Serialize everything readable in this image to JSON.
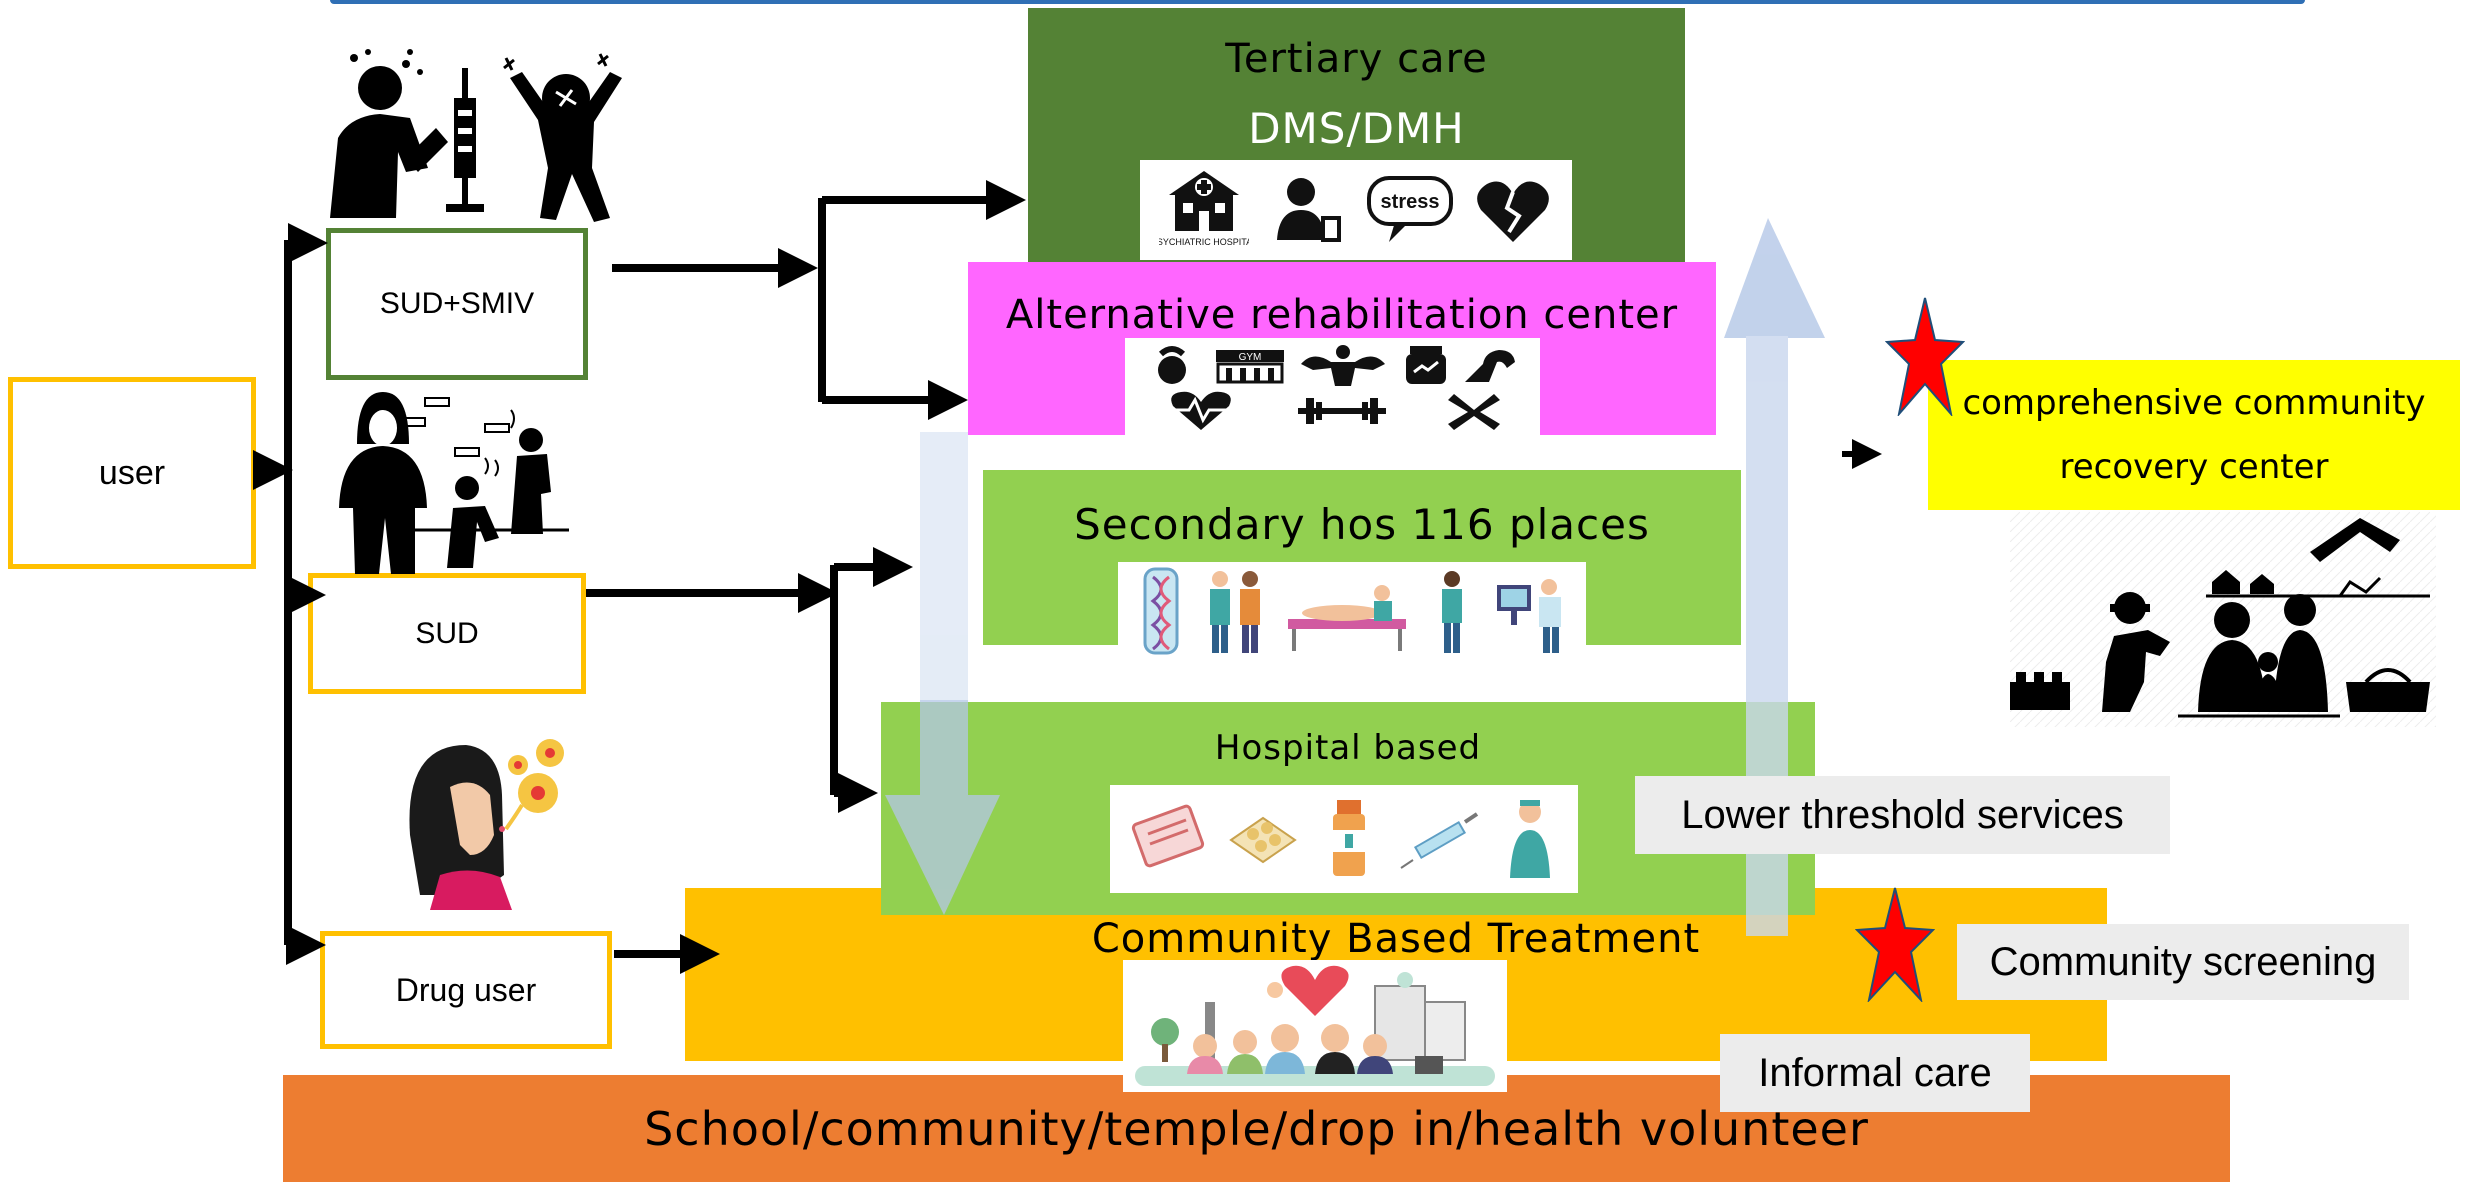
{
  "tiers": {
    "tertiary": {
      "title": "Tertiary care",
      "subtitle": "DMS/DMH",
      "icons": [
        "psychiatric-hospital-icon",
        "person-drink-icon",
        "stress-bubble-icon",
        "broken-heart-icon"
      ],
      "icon_text": {
        "hospital": "PSYCHIATRIC HOSPITAL",
        "stress": "stress"
      },
      "color": "#548235"
    },
    "alternative": {
      "title": "Alternative rehabilitation center",
      "icons": [
        "kettlebell-icon",
        "gym-icon",
        "bodybuilder-icon",
        "supplement-jar-icon",
        "flexed-arm-icon",
        "heartbeat-icon",
        "barbell-icon",
        "workout-routine-icon"
      ],
      "gym_text": "GYM",
      "color": "#ff66ff"
    },
    "secondary": {
      "title": "Secondary hos 116 places",
      "icons": [
        "dna-tube-icon",
        "doctor-patient-icon",
        "treatment-bed-icon",
        "consultation-icon",
        "computer-doctor-icon"
      ],
      "color": "#92d050"
    },
    "hospital": {
      "title": "Hospital based",
      "icons": [
        "prescription-icon",
        "pills-icon",
        "medicine-bottle-icon",
        "syringe-icon",
        "nurse-icon"
      ],
      "color": "#92d050"
    },
    "community_treatment": {
      "title": "Community Based Treatment",
      "icons": [
        "community-people-heart-icon"
      ],
      "color": "#ffc000"
    },
    "base": {
      "title": "School/community/temple/drop in/health volunteer",
      "color": "#ed7d31"
    }
  },
  "user_types": {
    "user": "user",
    "sud_smiv": "SUD+SMIV",
    "sud": "SUD",
    "drug_user": "Drug user"
  },
  "side_labels": {
    "lower_threshold": "Lower threshold services",
    "community_screening": "Community screening",
    "informal_care": "Informal care",
    "recovery_center": "comprehensive community recovery center"
  },
  "colors": {
    "yellow_border": "#ffc000",
    "green_border": "#548235",
    "recovery_bg": "#ffff00",
    "star": "#ff0000",
    "flow_arrow": "#b4c7e7"
  }
}
